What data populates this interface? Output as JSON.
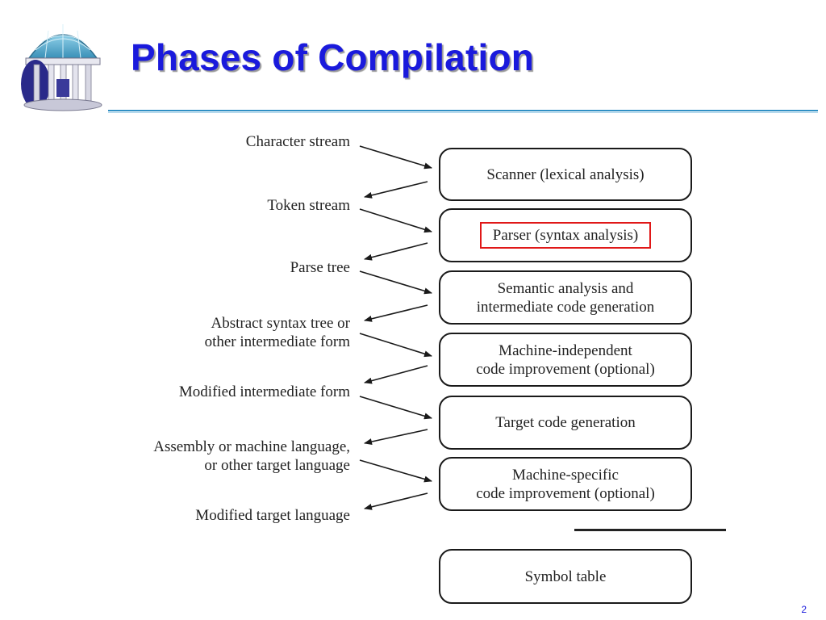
{
  "slide": {
    "title": "Phases of Compilation",
    "page_number": "2",
    "logo": "old-well-rotunda-logo"
  },
  "streams": [
    {
      "lines": [
        "Character stream"
      ]
    },
    {
      "lines": [
        "Token stream"
      ]
    },
    {
      "lines": [
        "Parse tree"
      ]
    },
    {
      "lines": [
        "Abstract syntax tree or",
        "other intermediate form"
      ]
    },
    {
      "lines": [
        "Modified intermediate form"
      ]
    },
    {
      "lines": [
        "Assembly or machine language,",
        "or other target language"
      ]
    },
    {
      "lines": [
        "Modified target language"
      ]
    }
  ],
  "phases": [
    {
      "lines": [
        "Scanner (lexical analysis)"
      ],
      "highlighted": false
    },
    {
      "lines": [
        "Parser (syntax analysis)"
      ],
      "highlighted": true
    },
    {
      "lines": [
        "Semantic analysis and",
        "intermediate code generation"
      ],
      "highlighted": false
    },
    {
      "lines": [
        "Machine-independent",
        "code improvement (optional)"
      ],
      "highlighted": false
    },
    {
      "lines": [
        "Target code generation"
      ],
      "highlighted": false
    },
    {
      "lines": [
        "Machine-specific",
        "code improvement (optional)"
      ],
      "highlighted": false
    },
    {
      "lines": [
        "Symbol table"
      ],
      "highlighted": false
    }
  ],
  "colors": {
    "title": "#1a1adc",
    "rule": "#2f8fc4",
    "highlight": "#e01818",
    "ink": "#222222"
  }
}
